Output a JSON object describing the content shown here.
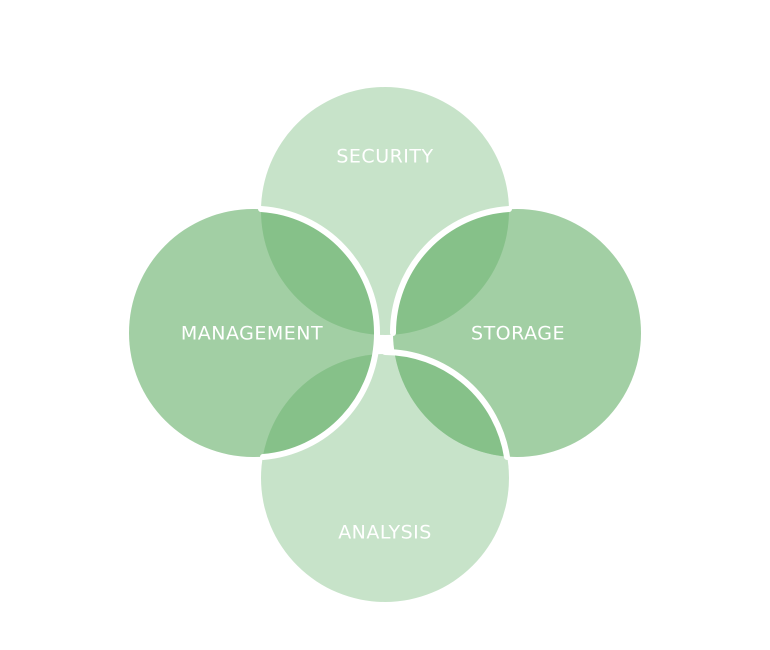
{
  "colors": {
    "light_green": "#c7e3c9",
    "medium_green": "#a2cfa4",
    "overlap_green": "#86c189",
    "separator": "#ffffff",
    "label_color": "#ffffff"
  },
  "diagram": {
    "top_label": "SECURITY",
    "left_label": "MANAGEMENT",
    "right_label": "STORAGE",
    "bottom_label": "ANALYSIS"
  }
}
